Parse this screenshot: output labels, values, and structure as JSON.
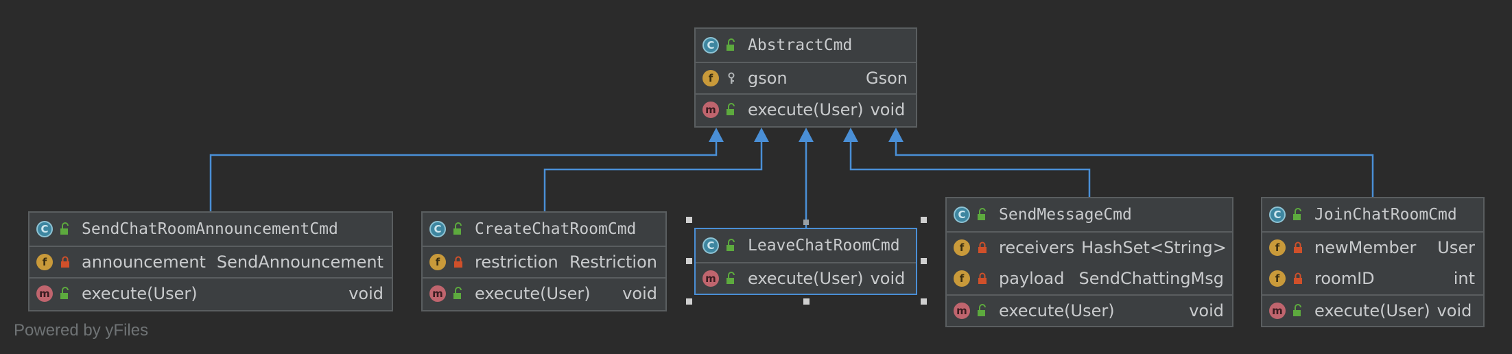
{
  "colors": {
    "background": "#2b2b2b",
    "node_fill": "#3c3f41",
    "node_border": "#5a5e60",
    "edge": "#4a8fd6",
    "class_badge": "#3e86a0",
    "field_badge": "#c99a3a",
    "method_badge": "#c0656e",
    "public_icon": "#5daa3e",
    "private_icon": "#d0502a"
  },
  "watermark": "Powered by yFiles",
  "nodes": {
    "abstract_cmd": {
      "name": "AbstractCmd",
      "badge": "C",
      "fields": [
        {
          "badge": "f",
          "visibility": "package-key-icon",
          "name": "gson",
          "type": "Gson"
        }
      ],
      "methods": [
        {
          "badge": "m",
          "visibility": "public-unlock-icon",
          "name": "execute(User)",
          "type": "void"
        }
      ]
    },
    "send_announcement": {
      "name": "SendChatRoomAnnouncementCmd",
      "badge": "C",
      "fields": [
        {
          "badge": "f",
          "visibility": "private-lock-icon",
          "name": "announcement",
          "type": "SendAnnouncement"
        }
      ],
      "methods": [
        {
          "badge": "m",
          "visibility": "public-unlock-icon",
          "name": "execute(User)",
          "type": "void"
        }
      ]
    },
    "create_room": {
      "name": "CreateChatRoomCmd",
      "badge": "C",
      "fields": [
        {
          "badge": "f",
          "visibility": "private-lock-icon",
          "name": "restriction",
          "type": "Restriction"
        }
      ],
      "methods": [
        {
          "badge": "m",
          "visibility": "public-unlock-icon",
          "name": "execute(User)",
          "type": "void"
        }
      ]
    },
    "leave_room": {
      "name": "LeaveChatRoomCmd",
      "badge": "C",
      "fields": [],
      "methods": [
        {
          "badge": "m",
          "visibility": "public-unlock-icon",
          "name": "execute(User)",
          "type": "void"
        }
      ]
    },
    "send_message": {
      "name": "SendMessageCmd",
      "badge": "C",
      "fields": [
        {
          "badge": "f",
          "visibility": "private-lock-icon",
          "name": "receivers",
          "type": "HashSet<String>"
        },
        {
          "badge": "f",
          "visibility": "private-lock-icon",
          "name": "payload",
          "type": "SendChattingMsg"
        }
      ],
      "methods": [
        {
          "badge": "m",
          "visibility": "public-unlock-icon",
          "name": "execute(User)",
          "type": "void"
        }
      ]
    },
    "join_room": {
      "name": "JoinChatRoomCmd",
      "badge": "C",
      "fields": [
        {
          "badge": "f",
          "visibility": "private-lock-icon",
          "name": "newMember",
          "type": "User"
        },
        {
          "badge": "f",
          "visibility": "private-lock-icon",
          "name": "roomID",
          "type": "int"
        }
      ],
      "methods": [
        {
          "badge": "m",
          "visibility": "public-unlock-icon",
          "name": "execute(User)",
          "type": "void"
        }
      ]
    }
  },
  "edges": [
    {
      "from": "send_announcement",
      "to": "abstract_cmd",
      "relation": "extends"
    },
    {
      "from": "create_room",
      "to": "abstract_cmd",
      "relation": "extends"
    },
    {
      "from": "leave_room",
      "to": "abstract_cmd",
      "relation": "extends"
    },
    {
      "from": "send_message",
      "to": "abstract_cmd",
      "relation": "extends"
    },
    {
      "from": "join_room",
      "to": "abstract_cmd",
      "relation": "extends"
    }
  ]
}
